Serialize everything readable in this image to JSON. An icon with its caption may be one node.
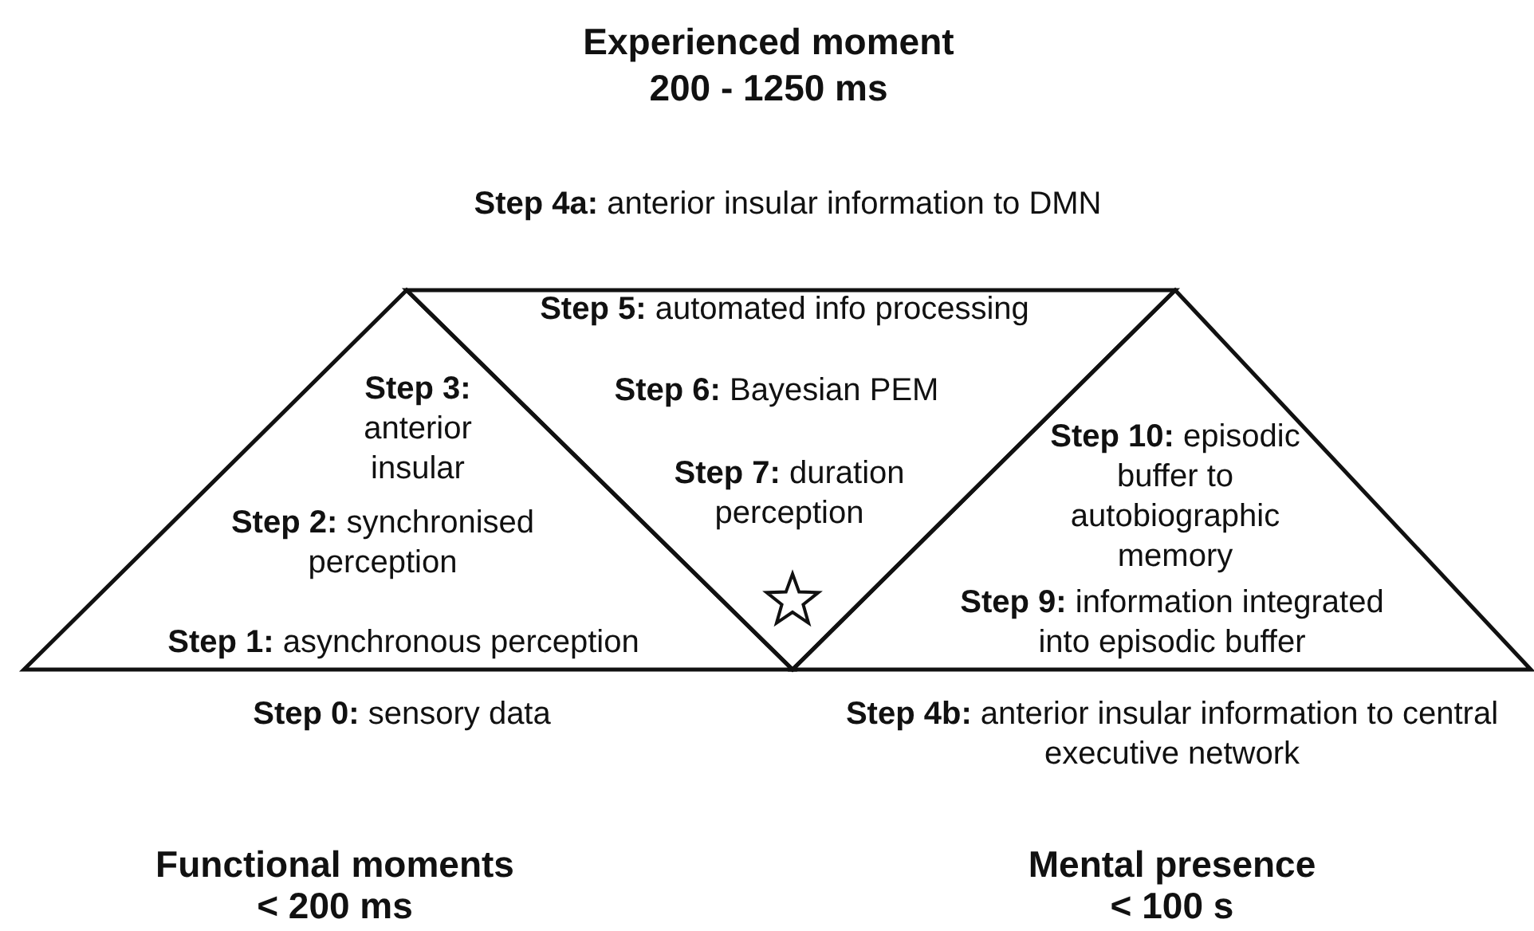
{
  "diagram": {
    "nodes": [
      {
        "text": [
          "**Step 3:** anterior insular",
          "**Step 2:** synchronised perception",
          "**Step 1:** asynchronous perception"
        ]
      },
      {
        "text": [
          "**Step 5:** automated info processing",
          "**Step 6:** Bayesian PEM",
          "**Step 7:** duration perception"
        ]
      },
      {
        "text": [
          "**Step 10:** episodic buffer to autobiographic memory",
          "**Step 9:** information integrated into episodic buffer"
        ]
      }
    ],
    "labels": [
      "Experienced moment",
      "200 - 1250 ms",
      "**Step 4a:** anterior insular information to DMN",
      "**Step 0:** sensory data",
      "**Step 4b:** anterior insular information to central executive network",
      "Functional moments",
      "< 200 ms",
      "Mental presence",
      "< 100 s"
    ]
  }
}
